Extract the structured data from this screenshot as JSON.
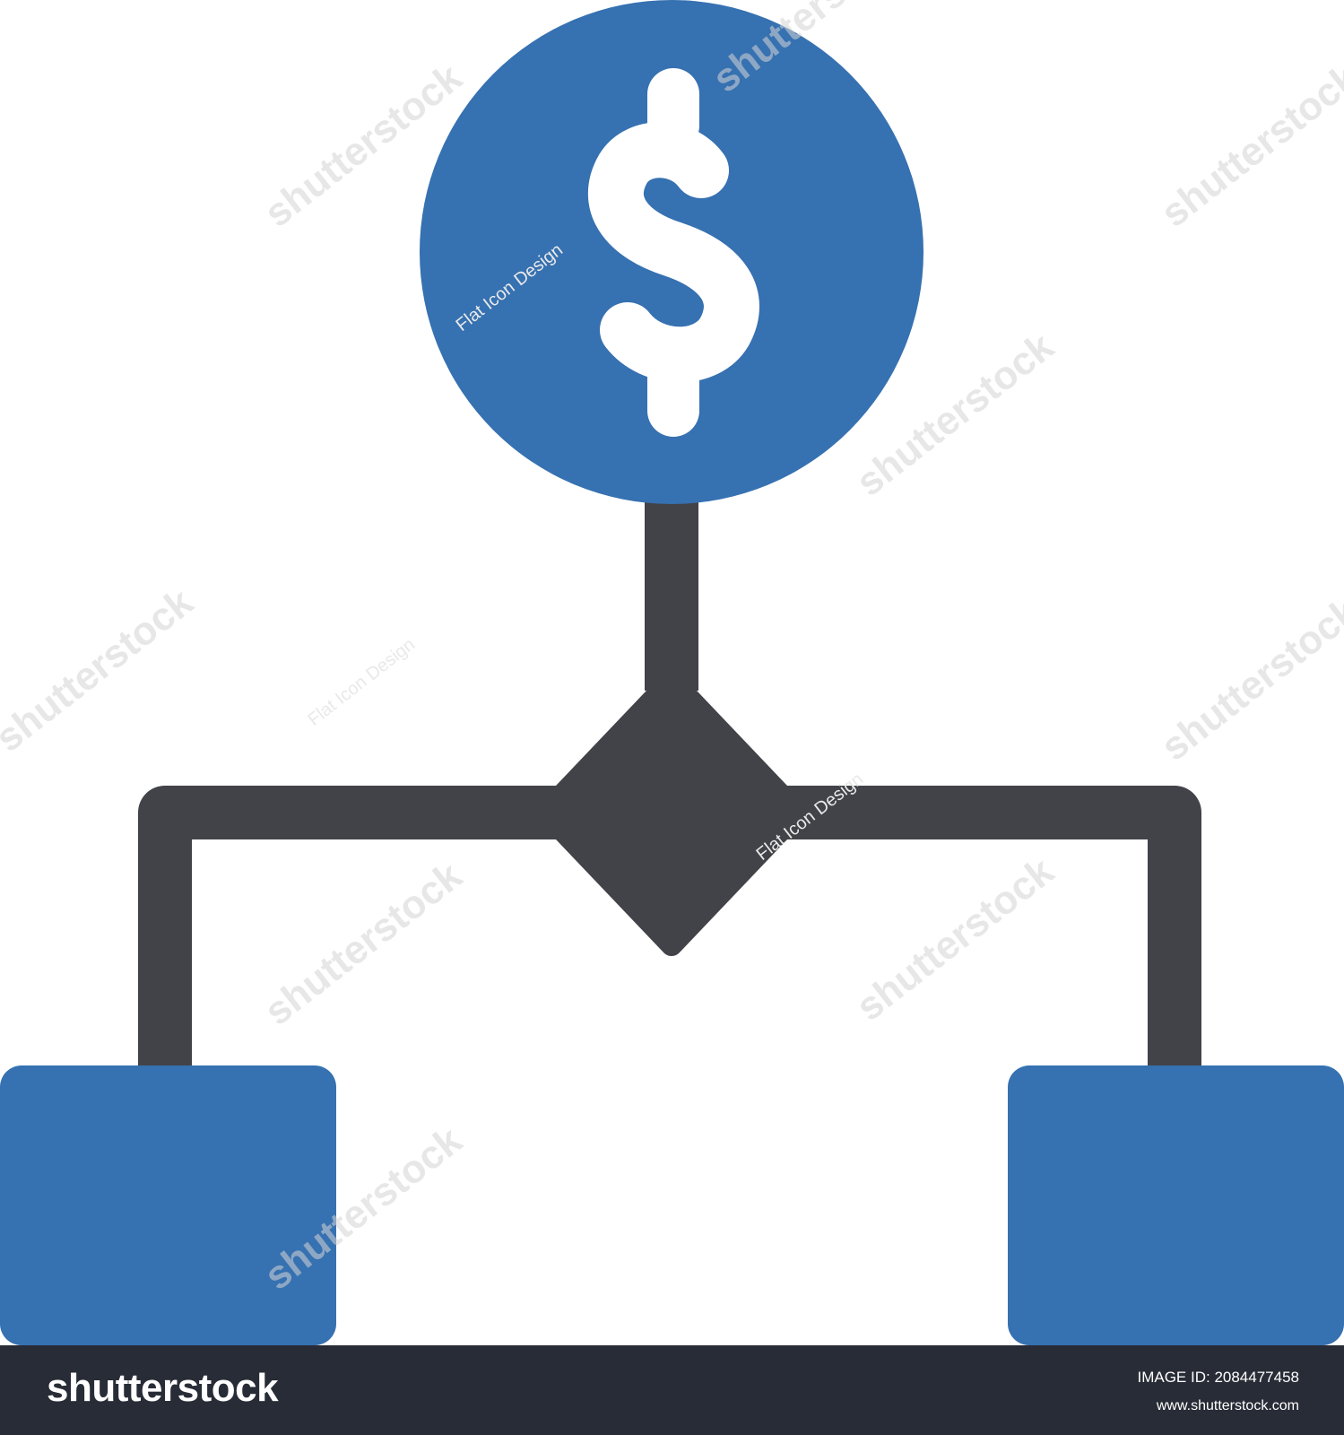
{
  "diagram": {
    "symbol": "$",
    "colors": {
      "blue": "#3671b1",
      "dark": "#424348",
      "white": "#ffffff"
    },
    "nodes": [
      {
        "id": "money-circle",
        "shape": "circle",
        "color": "blue",
        "icon": "dollar-sign-icon"
      },
      {
        "id": "decision-diamond",
        "shape": "diamond",
        "color": "dark"
      },
      {
        "id": "left-box",
        "shape": "rounded-rect",
        "color": "blue"
      },
      {
        "id": "right-box",
        "shape": "rounded-rect",
        "color": "blue"
      }
    ],
    "edges": [
      {
        "from": "money-circle",
        "to": "decision-diamond"
      },
      {
        "from": "decision-diamond",
        "to": "left-box"
      },
      {
        "from": "decision-diamond",
        "to": "right-box"
      }
    ]
  },
  "watermark": {
    "brand_text": "shutterstock",
    "designer_text": "Flat Icon Design"
  },
  "footer": {
    "logo_text": "shutterstock",
    "image_id_text": "IMAGE ID: 2084477458",
    "site_text": "www.shutterstock.com",
    "background": "#282c36"
  }
}
